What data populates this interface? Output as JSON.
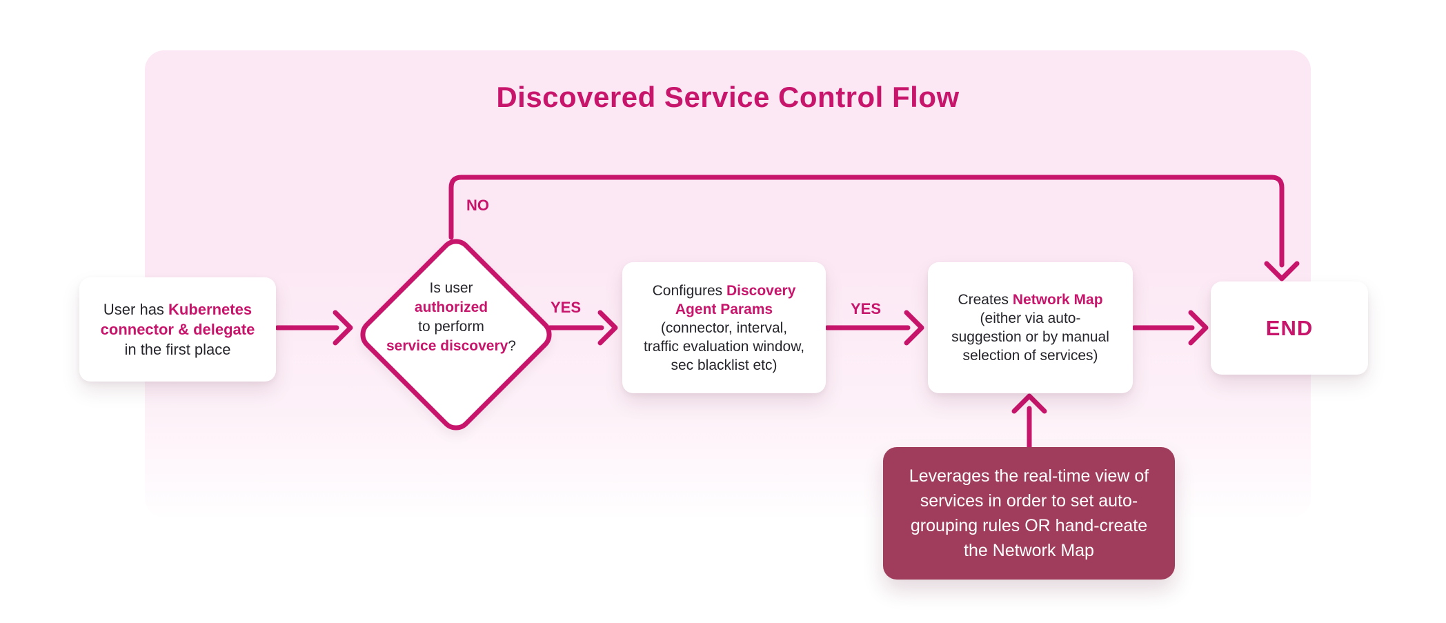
{
  "colors": {
    "accent": "#C8156C",
    "note_bg": "#A03D5C",
    "note_text": "#FFFFFF",
    "panel_top": "#FCE7F4",
    "panel_bottom": "#FFFEFF",
    "box_bg": "#FFFFFF",
    "canvas_bg": "#FFFFFF",
    "text": "#25252B"
  },
  "title": "Discovered Service Control Flow",
  "flow": {
    "start": {
      "segments": [
        {
          "text": "User has ",
          "accent": false
        },
        {
          "text": "Kubernetes\nconnector & delegate",
          "accent": true
        },
        {
          "text": "\nin the first place",
          "accent": false
        }
      ]
    },
    "decision": {
      "segments": [
        {
          "text": "Is user\n",
          "accent": false
        },
        {
          "text": "authorized",
          "accent": true
        },
        {
          "text": "\nto perform\n",
          "accent": false
        },
        {
          "text": "service discovery",
          "accent": true
        },
        {
          "text": "?",
          "accent": false
        }
      ]
    },
    "configure": {
      "segments": [
        {
          "text": "Configures ",
          "accent": false
        },
        {
          "text": "Discovery\nAgent Params",
          "accent": true
        },
        {
          "text": "\n(connector, interval,\ntraffic evaluation window,\nsec blacklist etc)",
          "accent": false
        }
      ]
    },
    "create": {
      "segments": [
        {
          "text": "Creates ",
          "accent": false
        },
        {
          "text": "Network Map",
          "accent": true
        },
        {
          "text": "\n(either via auto-\nsuggestion or by manual\nselection of services)",
          "accent": false
        }
      ]
    },
    "end": {
      "label": "END"
    }
  },
  "labels": {
    "no": "NO",
    "yes_1": "YES",
    "yes_2": "YES"
  },
  "note": {
    "text": "Leverages the real-time view of\nservices in order to set auto-\ngrouping rules OR hand-create\nthe Network Map"
  }
}
